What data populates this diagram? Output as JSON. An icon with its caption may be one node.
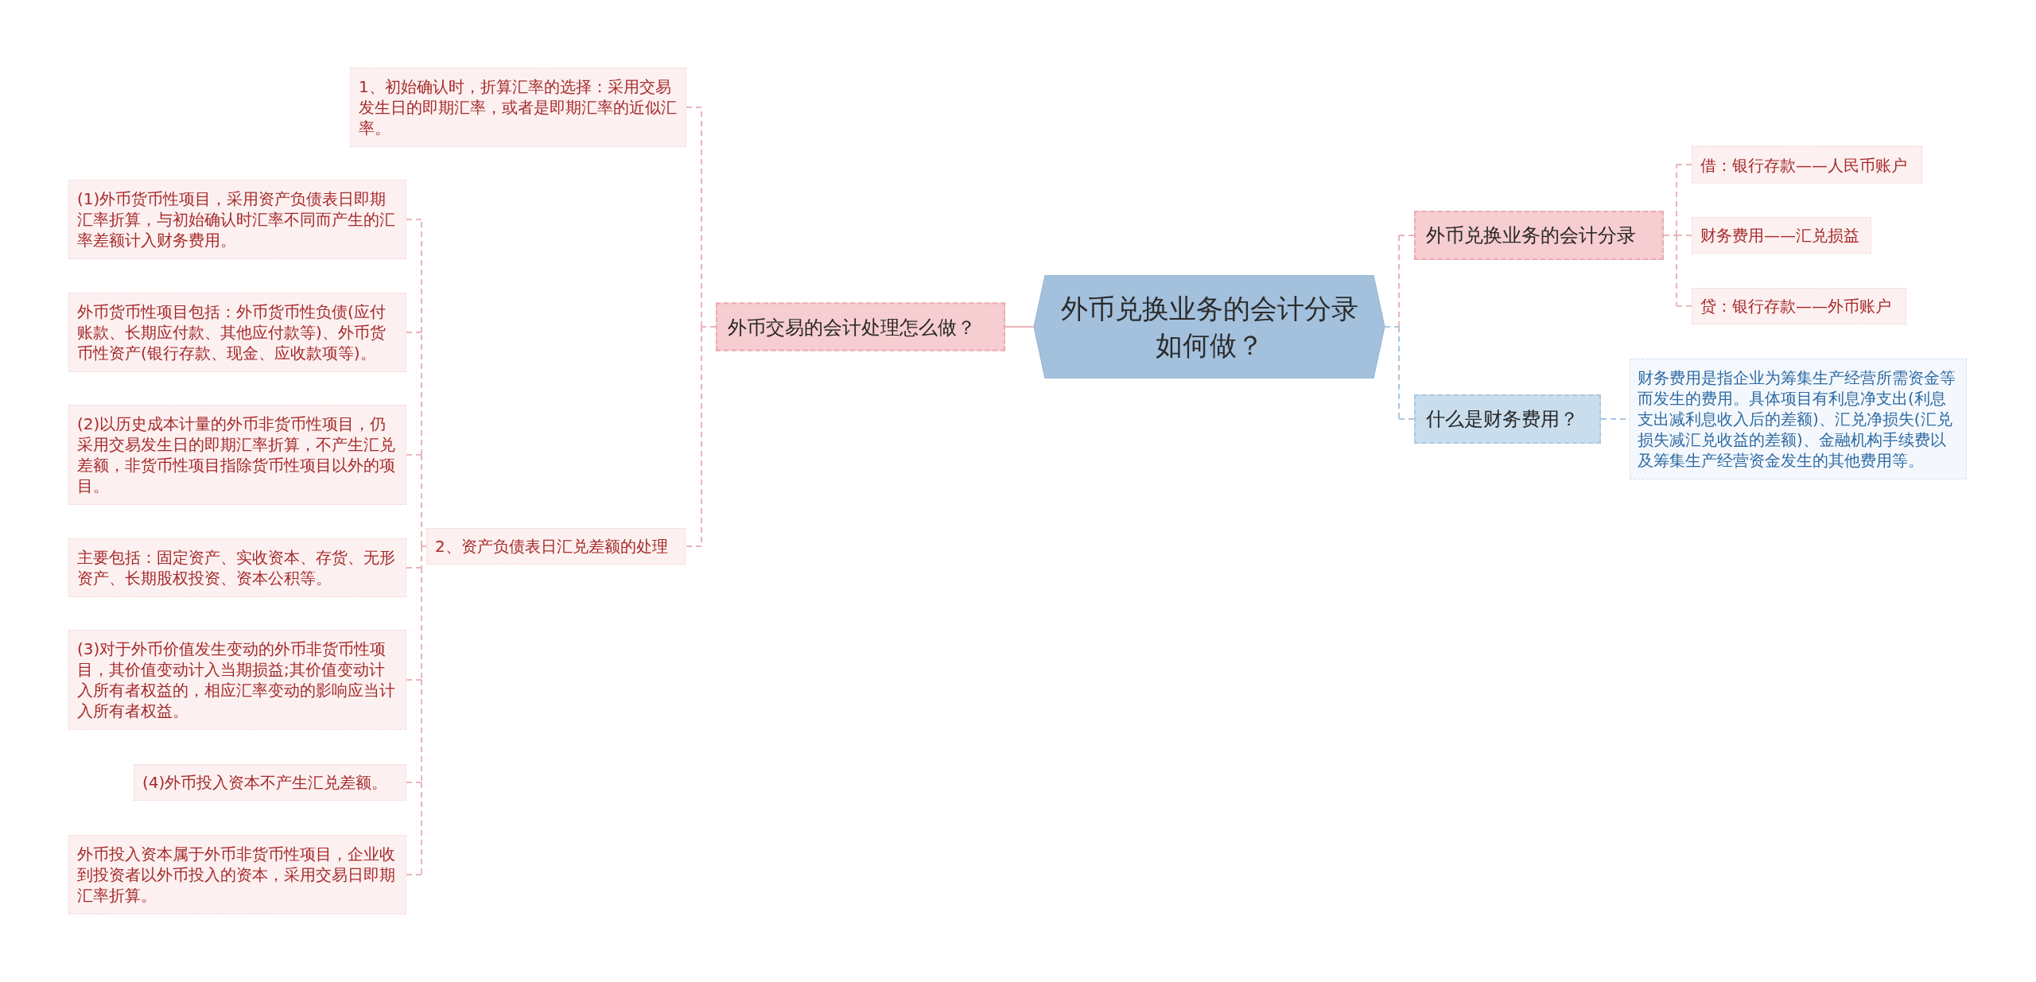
{
  "diagram": {
    "nodes": [
      {
        "text": [
          "外币兑换业务的会计分录如何做？"
        ]
      },
      {
        "text": [
          "外币交易的会计处理怎么做？"
        ]
      },
      {
        "text": [
          "1、初始确认时，折算汇率的选择：采用交易发生日的即期汇率，或者是即期汇率的近似汇率。"
        ]
      },
      {
        "text": [
          "2、资产负债表日汇兑差额的处理"
        ]
      },
      {
        "text": [
          "(1)外币货币性项目，采用资产负债表日即期汇率折算，与初始确认时汇率不同而产生的汇率差额计入财务费用。"
        ]
      },
      {
        "text": [
          "外币货币性项目包括：外币货币性负债(应付账款、长期应付款、其他应付款等)、外币货币性资产(银行存款、现金、应收款项等)。"
        ]
      },
      {
        "text": [
          "(2)以历史成本计量的外币非货币性项目，仍采用交易发生日的即期汇率折算，不产生汇兑差额，非货币性项目指除货币性项目以外的项目。"
        ]
      },
      {
        "text": [
          "主要包括：固定资产、实收资本、存货、无形资产、长期股权投资、资本公积等。"
        ]
      },
      {
        "text": [
          "(3)对于外币价值发生变动的外币非货币性项目，其价值变动计入当期损益;其价值变动计入所有者权益的，相应汇率变动的影响应当计入所有者权益。"
        ]
      },
      {
        "text": [
          "(4)外币投入资本不产生汇兑差额。"
        ]
      },
      {
        "text": [
          "外币投入资本属于外币非货币性项目，企业收到投资者以外币投入的资本，采用交易日即期汇率折算。"
        ]
      },
      {
        "text": [
          "外币兑换业务的会计分录"
        ]
      },
      {
        "text": [
          "借：银行存款——人民币账户"
        ]
      },
      {
        "text": [
          "财务费用——汇兑损益"
        ]
      },
      {
        "text": [
          "贷：银行存款——外币账户"
        ]
      },
      {
        "text": [
          "什么是财务费用？"
        ]
      },
      {
        "text": [
          "财务费用是指企业为筹集生产经营所需资金等而发生的费用。具体项目有利息净支出(利息支出减利息收入后的差额)、汇兑净损失(汇兑损失减汇兑收益的差额)、金融机构手续费以及筹集生产经营资金发生的其他费用等。"
        ]
      }
    ],
    "edges": [
      {
        "from": 0,
        "to": 1,
        "arrow": "none"
      },
      {
        "from": 1,
        "to": 2,
        "arrow": "none",
        "style": "dashed"
      },
      {
        "from": 1,
        "to": 3,
        "arrow": "none",
        "style": "dashed"
      },
      {
        "from": 3,
        "to": 4,
        "arrow": "none",
        "style": "dashed"
      },
      {
        "from": 3,
        "to": 5,
        "arrow": "none",
        "style": "dashed"
      },
      {
        "from": 3,
        "to": 6,
        "arrow": "none",
        "style": "dashed"
      },
      {
        "from": 3,
        "to": 7,
        "arrow": "none",
        "style": "dashed"
      },
      {
        "from": 3,
        "to": 8,
        "arrow": "none",
        "style": "dashed"
      },
      {
        "from": 3,
        "to": 9,
        "arrow": "none",
        "style": "dashed"
      },
      {
        "from": 3,
        "to": 10,
        "arrow": "none",
        "style": "dashed"
      },
      {
        "from": 0,
        "to": 11,
        "arrow": "none",
        "style": "dashed"
      },
      {
        "from": 11,
        "to": 12,
        "arrow": "none",
        "style": "dashed"
      },
      {
        "from": 11,
        "to": 13,
        "arrow": "none",
        "style": "dashed"
      },
      {
        "from": 11,
        "to": 14,
        "arrow": "none",
        "style": "dashed"
      },
      {
        "from": 0,
        "to": 15,
        "arrow": "none",
        "style": "dashed",
        "color": "#a9c6e0"
      },
      {
        "from": 15,
        "to": 16,
        "arrow": "none",
        "style": "dashed",
        "color": "#a9c6e0"
      }
    ]
  }
}
